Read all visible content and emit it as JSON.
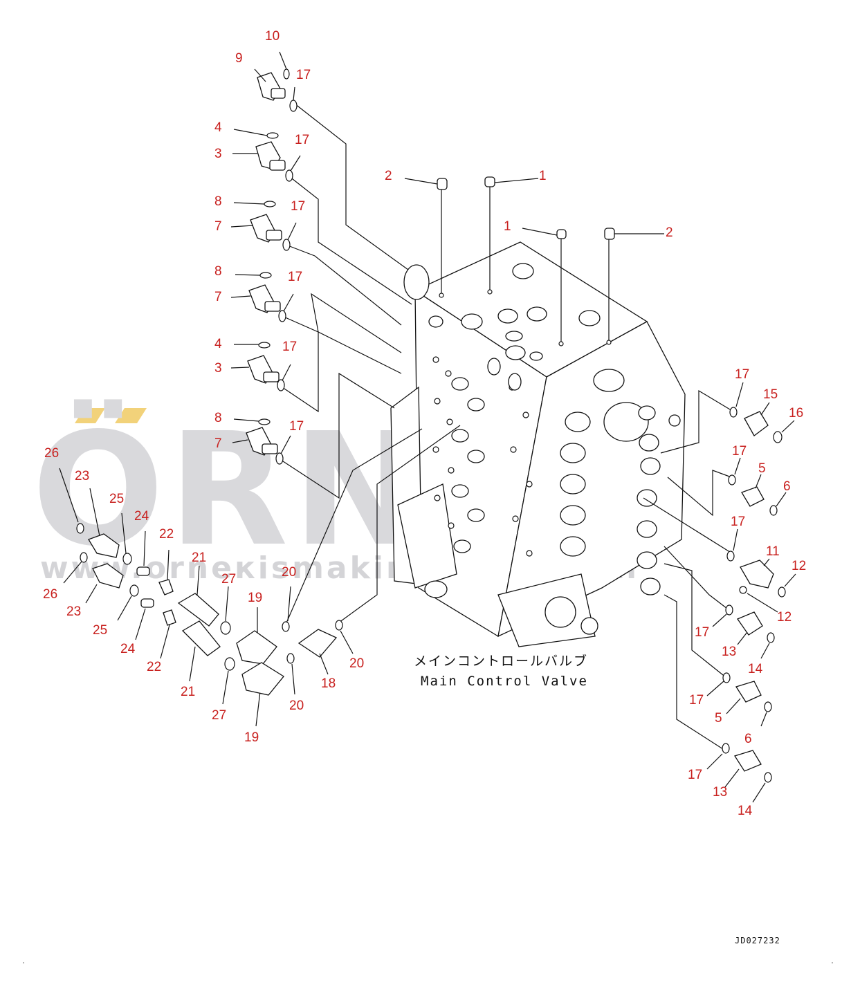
{
  "watermark": {
    "brand": "ÖRNEK",
    "url": "www.orneкismakinalari.com.tr",
    "accent_color": "#f2d27a",
    "text_color": "#d9d9dc"
  },
  "caption": {
    "japanese": "メインコントロールバルブ",
    "english": "Main Control Valve"
  },
  "drawing_code": "JD027232",
  "callout_color": "#c8201e",
  "callouts": [
    {
      "id": "c10",
      "label": "10"
    },
    {
      "id": "c9",
      "label": "9"
    },
    {
      "id": "c17a",
      "label": "17"
    },
    {
      "id": "c4a",
      "label": "4"
    },
    {
      "id": "c3a",
      "label": "3"
    },
    {
      "id": "c17b",
      "label": "17"
    },
    {
      "id": "c8a",
      "label": "8"
    },
    {
      "id": "c7a",
      "label": "7"
    },
    {
      "id": "c17c",
      "label": "17"
    },
    {
      "id": "c8b",
      "label": "8"
    },
    {
      "id": "c7b",
      "label": "7"
    },
    {
      "id": "c17d",
      "label": "17"
    },
    {
      "id": "c4b",
      "label": "4"
    },
    {
      "id": "c3b",
      "label": "3"
    },
    {
      "id": "c17e",
      "label": "17"
    },
    {
      "id": "c8c",
      "label": "8"
    },
    {
      "id": "c7c",
      "label": "7"
    },
    {
      "id": "c17f",
      "label": "17"
    },
    {
      "id": "c2a",
      "label": "2"
    },
    {
      "id": "c1a",
      "label": "1"
    },
    {
      "id": "c1b",
      "label": "1"
    },
    {
      "id": "c2b",
      "label": "2"
    },
    {
      "id": "c26a",
      "label": "26"
    },
    {
      "id": "c23a",
      "label": "23"
    },
    {
      "id": "c25a",
      "label": "25"
    },
    {
      "id": "c24a",
      "label": "24"
    },
    {
      "id": "c22a",
      "label": "22"
    },
    {
      "id": "c21a",
      "label": "21"
    },
    {
      "id": "c27a",
      "label": "27"
    },
    {
      "id": "c20a",
      "label": "20"
    },
    {
      "id": "c19a",
      "label": "19"
    },
    {
      "id": "c26b",
      "label": "26"
    },
    {
      "id": "c23b",
      "label": "23"
    },
    {
      "id": "c25b",
      "label": "25"
    },
    {
      "id": "c24b",
      "label": "24"
    },
    {
      "id": "c22b",
      "label": "22"
    },
    {
      "id": "c21b",
      "label": "21"
    },
    {
      "id": "c27b",
      "label": "27"
    },
    {
      "id": "c20b",
      "label": "20"
    },
    {
      "id": "c19b",
      "label": "19"
    },
    {
      "id": "c18",
      "label": "18"
    },
    {
      "id": "c20c",
      "label": "20"
    },
    {
      "id": "c17g",
      "label": "17"
    },
    {
      "id": "c15",
      "label": "15"
    },
    {
      "id": "c16",
      "label": "16"
    },
    {
      "id": "c17h",
      "label": "17"
    },
    {
      "id": "c5a",
      "label": "5"
    },
    {
      "id": "c6a",
      "label": "6"
    },
    {
      "id": "c17i",
      "label": "17"
    },
    {
      "id": "c11",
      "label": "11"
    },
    {
      "id": "c12a",
      "label": "12"
    },
    {
      "id": "c12b",
      "label": "12"
    },
    {
      "id": "c17j",
      "label": "17"
    },
    {
      "id": "c13a",
      "label": "13"
    },
    {
      "id": "c14a",
      "label": "14"
    },
    {
      "id": "c17k",
      "label": "17"
    },
    {
      "id": "c5b",
      "label": "5"
    },
    {
      "id": "c6b",
      "label": "6"
    },
    {
      "id": "c17l",
      "label": "17"
    },
    {
      "id": "c13b",
      "label": "13"
    },
    {
      "id": "c14b",
      "label": "14"
    }
  ]
}
